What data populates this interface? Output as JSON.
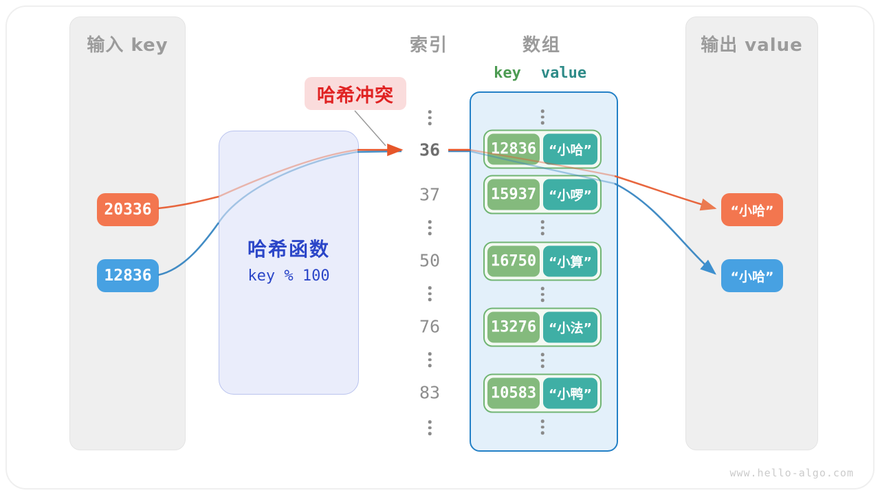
{
  "watermark": "www.hello-algo.com",
  "input_panel": {
    "title": "输入 key",
    "keys": [
      {
        "label": "20336",
        "tone": "orange"
      },
      {
        "label": "12836",
        "tone": "blue"
      }
    ]
  },
  "hash_box": {
    "title": "哈希函数",
    "formula": "key % 100"
  },
  "collision_label": "哈希冲突",
  "headers": {
    "index": "索引",
    "array": "数组",
    "key": "key",
    "value": "value"
  },
  "index_column": [
    {
      "type": "dots"
    },
    {
      "type": "num",
      "text": "36",
      "emphasis": true
    },
    {
      "type": "num",
      "text": "37"
    },
    {
      "type": "dots"
    },
    {
      "type": "num",
      "text": "50"
    },
    {
      "type": "dots"
    },
    {
      "type": "num",
      "text": "76"
    },
    {
      "type": "dots"
    },
    {
      "type": "num",
      "text": "83"
    },
    {
      "type": "dots"
    }
  ],
  "array_column": [
    {
      "type": "dots"
    },
    {
      "type": "pair",
      "key": "12836",
      "value": "“小哈”"
    },
    {
      "type": "pair",
      "key": "15937",
      "value": "“小啰”"
    },
    {
      "type": "dots"
    },
    {
      "type": "pair",
      "key": "16750",
      "value": "“小算”"
    },
    {
      "type": "dots"
    },
    {
      "type": "pair",
      "key": "13276",
      "value": "“小法”"
    },
    {
      "type": "dots"
    },
    {
      "type": "pair",
      "key": "10583",
      "value": "“小鸭”"
    },
    {
      "type": "dots"
    }
  ],
  "output_panel": {
    "title": "输出 value",
    "values": [
      {
        "label": "“小哈”",
        "tone": "orange"
      },
      {
        "label": "“小哈”",
        "tone": "blue"
      }
    ]
  },
  "colors": {
    "orange_box": "#F3764F",
    "orange_line": "#E6562A",
    "blue_box": "#47A1E2",
    "blue_line": "#2E7FBF",
    "key_green": "#84BA7D",
    "value_teal": "#3FAFA5",
    "row_border": "#70B573",
    "array_border": "#2380C6",
    "array_bg": "#E3F0FA",
    "hash_text": "#2B46C8",
    "hash_bg": "#EAEDFB",
    "collision_text": "#E02222",
    "collision_bg": "#FADCDC",
    "header_gray": "#9B9B9B"
  }
}
